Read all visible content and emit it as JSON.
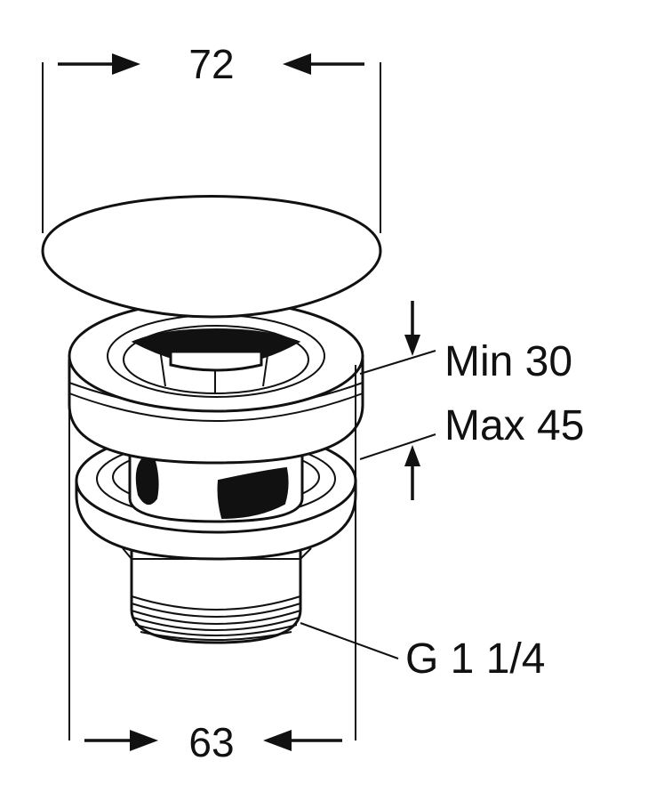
{
  "dimensions": {
    "top_width": "72",
    "bottom_width": "63"
  },
  "labels": {
    "min_thickness": "Min 30",
    "max_thickness": "Max 45",
    "thread": "G 1 1/4"
  },
  "colors": {
    "line": "#111111",
    "background": "#ffffff"
  }
}
